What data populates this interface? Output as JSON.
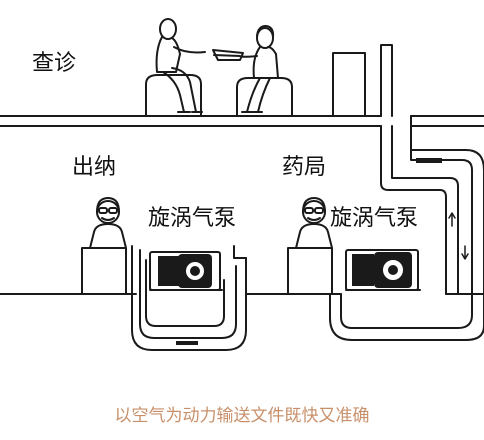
{
  "labels": {
    "exam_room": "查诊",
    "cashier": "出纳",
    "pharmacy": "药局",
    "pump_left": "旋涡气泵",
    "pump_right": "旋涡气泵"
  },
  "caption": "以空气为动力输送文件既快又准确",
  "colors": {
    "caption": "#c8906a",
    "line": "#1a1a1a",
    "fill": "#ffffff"
  },
  "icons": {
    "figures": [
      "doctor-figure",
      "patient-figure",
      "cashier-figure",
      "pharmacist-figure"
    ],
    "equipment": [
      "vortex-blower-pump",
      "pneumatic-tube"
    ]
  }
}
